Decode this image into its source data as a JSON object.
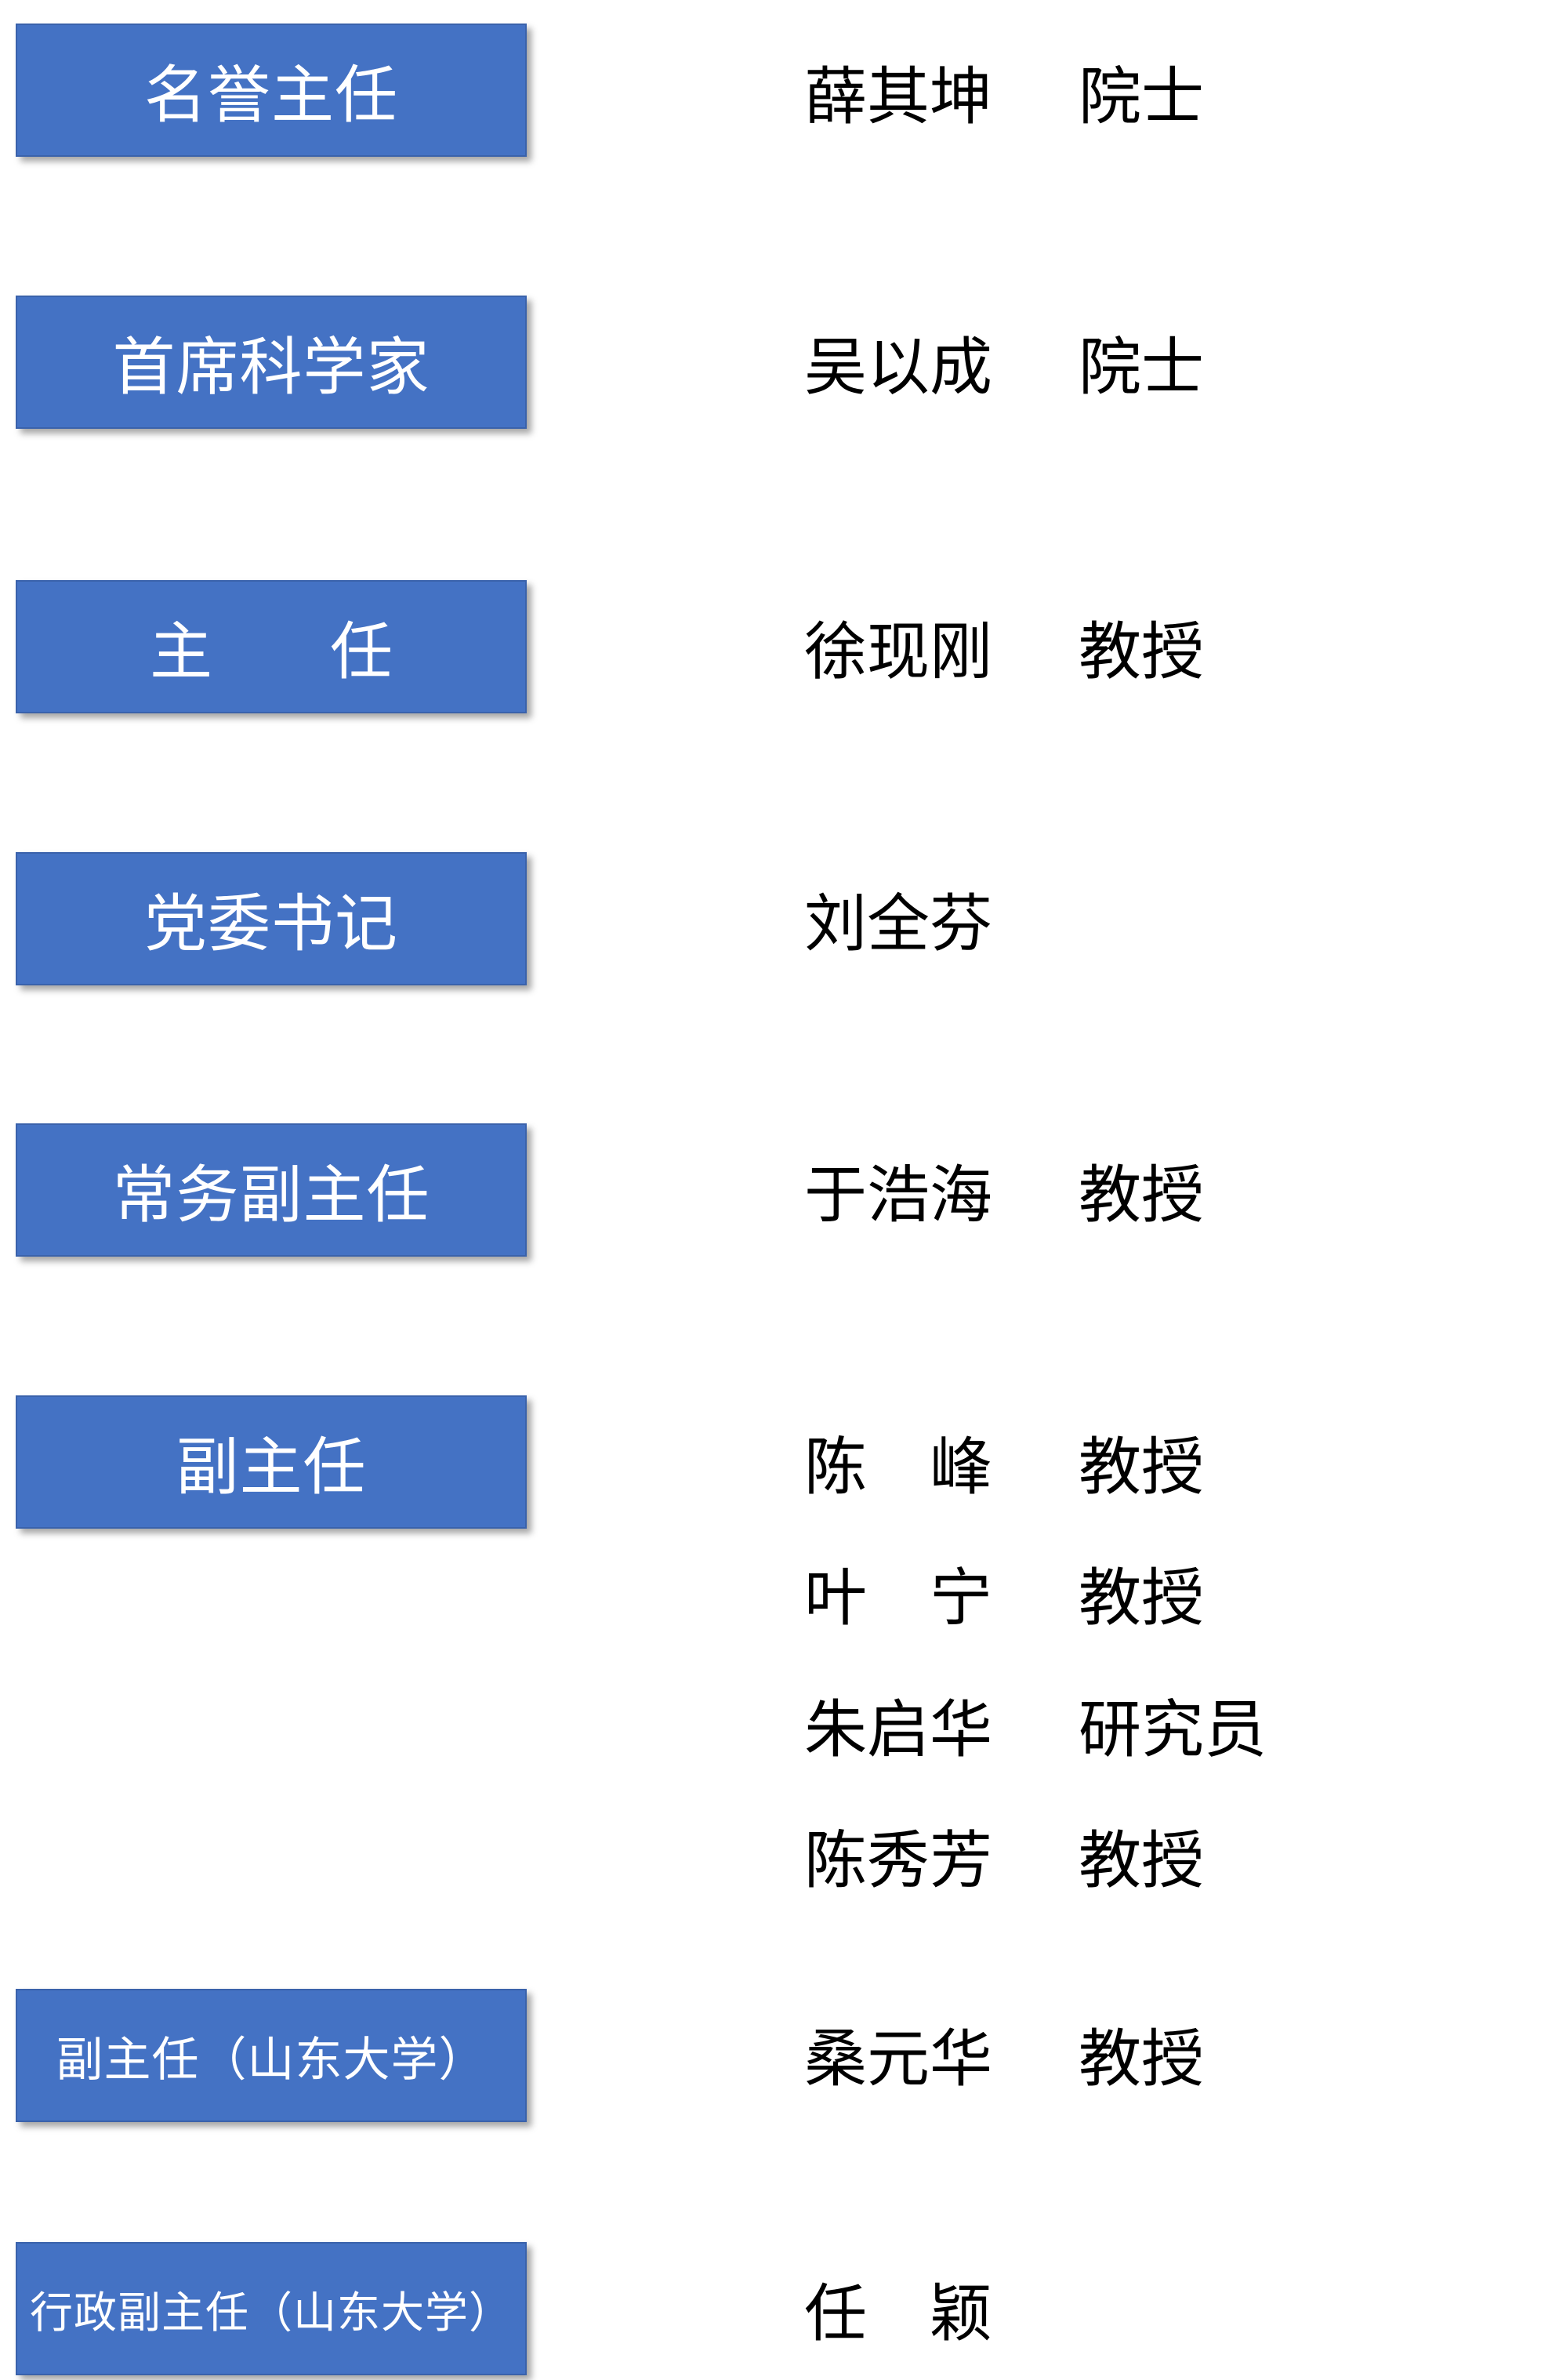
{
  "roles": [
    {
      "label": "名誉主任",
      "people": [
        {
          "name": "薛其坤",
          "title": "院士"
        }
      ]
    },
    {
      "label": "首席科学家",
      "people": [
        {
          "name": "吴以成",
          "title": "院士"
        }
      ]
    },
    {
      "label": "主 任",
      "people": [
        {
          "name": "徐现刚",
          "title": "教授"
        }
      ]
    },
    {
      "label": "党委书记",
      "people": [
        {
          "name": "刘全芬",
          "title": ""
        }
      ]
    },
    {
      "label": "常务副主任",
      "people": [
        {
          "name": "于浩海",
          "title": "教授"
        }
      ]
    },
    {
      "label": "副主任",
      "people": [
        {
          "name": "陈　峰",
          "title": "教授"
        },
        {
          "name": "叶　宁",
          "title": "教授"
        },
        {
          "name": "朱启华",
          "title": "研究员"
        },
        {
          "name": "陈秀芳",
          "title": "教授"
        }
      ]
    },
    {
      "label": "副主任（山东大学）",
      "people": [
        {
          "name": "桑元华",
          "title": "教授"
        }
      ]
    },
    {
      "label": "行政副主任（山东大学）",
      "people": [
        {
          "name": "任　颖",
          "title": ""
        }
      ]
    }
  ]
}
